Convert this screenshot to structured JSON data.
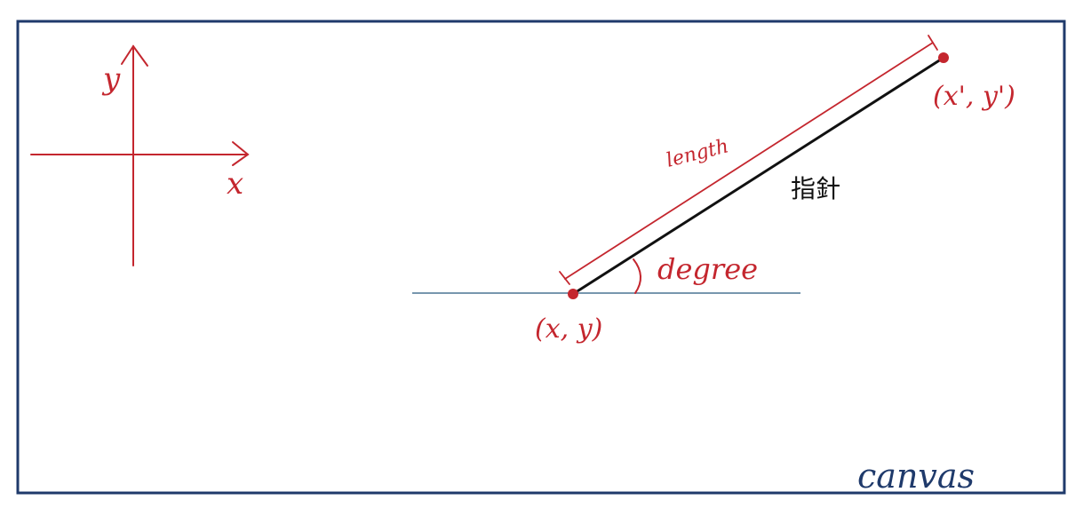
{
  "axes": {
    "x_label": "x",
    "y_label": "y"
  },
  "labels": {
    "start_point": "(x, y)",
    "end_point": "(x', y')",
    "length": "length",
    "degree": "degree",
    "pointer": "指針",
    "canvas": "canvas"
  },
  "colors": {
    "ink_red": "#c4262e",
    "ink_navy": "#1f3a6b",
    "pointer_black": "#111111",
    "baseline_blue": "#4a7593"
  }
}
